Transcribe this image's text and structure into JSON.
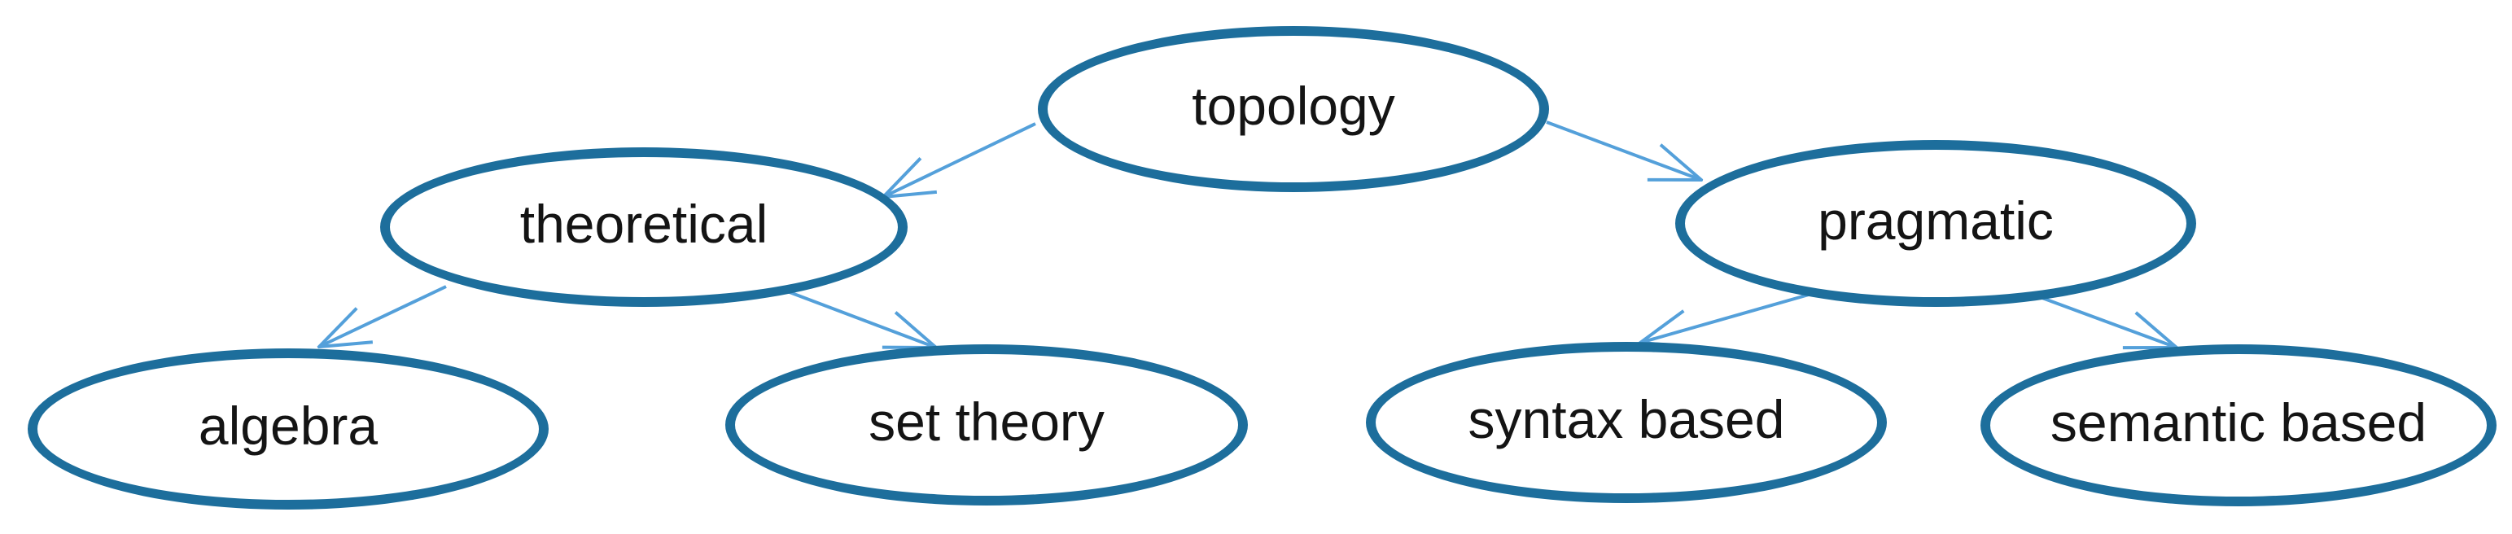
{
  "diagram": {
    "type": "tree",
    "root": "topology",
    "background_color": "#ffffff",
    "node_shape": "ellipse",
    "node_border_color": "#1d6e9c",
    "edge_color": "#54a0da",
    "label_color": "#141414",
    "nodes": [
      {
        "id": "topology",
        "label": "topology",
        "level": 0
      },
      {
        "id": "theoretical",
        "label": "theoretical",
        "level": 1
      },
      {
        "id": "pragmatic",
        "label": "pragmatic",
        "level": 1
      },
      {
        "id": "algebra",
        "label": "algebra",
        "level": 2
      },
      {
        "id": "set-theory",
        "label": "set theory",
        "level": 2
      },
      {
        "id": "syntax-based",
        "label": "syntax based",
        "level": 2
      },
      {
        "id": "semantic-based",
        "label": "semantic based",
        "level": 2
      }
    ],
    "edges": [
      {
        "from": "topology",
        "to": "theoretical"
      },
      {
        "from": "topology",
        "to": "pragmatic"
      },
      {
        "from": "theoretical",
        "to": "algebra"
      },
      {
        "from": "theoretical",
        "to": "set-theory"
      },
      {
        "from": "pragmatic",
        "to": "syntax-based"
      },
      {
        "from": "pragmatic",
        "to": "semantic-based"
      }
    ]
  }
}
